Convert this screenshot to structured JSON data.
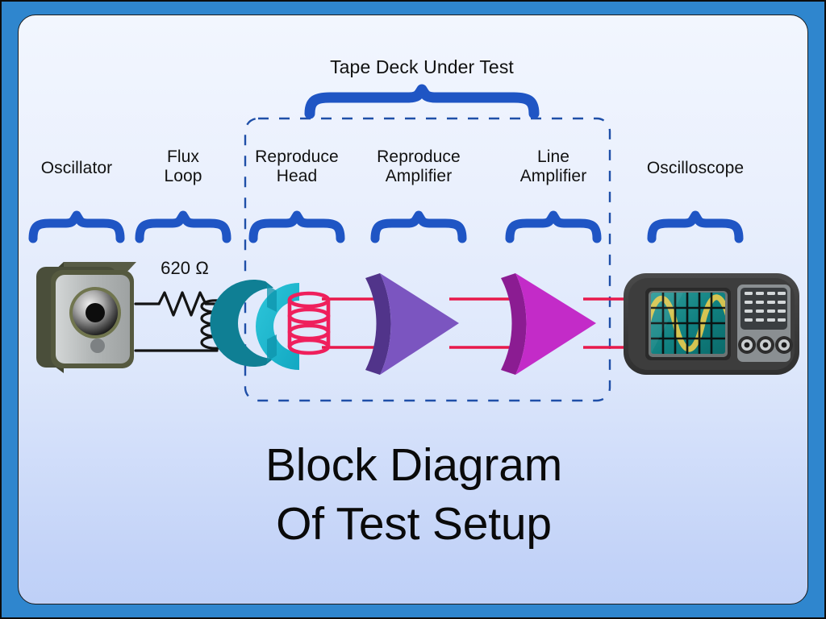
{
  "slide": {
    "title": "Block Diagram\nOf Test Setup",
    "frame_color": "#2f86ce",
    "panel_gradient_top": "#f2f6fe",
    "panel_gradient_bottom": "#bed0f7",
    "brace_color": "#1f55c4",
    "dashed_box_color": "#1f4fa8",
    "signal_line_color": "#e8194b"
  },
  "group": {
    "label": "Tape Deck Under Test"
  },
  "stages": [
    {
      "label": "Oscillator",
      "inside_tape_deck": false
    },
    {
      "label": "Flux\nLoop",
      "inside_tape_deck": false
    },
    {
      "label": "Reproduce\nHead",
      "inside_tape_deck": true
    },
    {
      "label": "Reproduce\nAmplifier",
      "inside_tape_deck": true
    },
    {
      "label": "Line\nAmplifier",
      "inside_tape_deck": true
    },
    {
      "label": "Oscilloscope",
      "inside_tape_deck": false
    }
  ],
  "components": {
    "oscillator": {
      "name": "signal-generator",
      "body_color": "#4a4e3a",
      "face_color": "#b9bdbd",
      "dial_center_color": "#121212"
    },
    "resistor": {
      "value": "620 Ω"
    },
    "flux_loop": {
      "turns": 4,
      "wire_color": "#141414"
    },
    "reproduce_head": {
      "ring_color": "#18b6cf",
      "ring_shade_color": "#0f7f94",
      "coil_color": "#ef1f5c"
    },
    "reproduce_amplifier": {
      "face_color": "#7b55c0",
      "side_color": "#51348a"
    },
    "line_amplifier": {
      "face_color": "#c32bc8",
      "side_color": "#8b1c92"
    },
    "oscilloscope": {
      "body_color": "#3a3a3a",
      "screen_color": "#10807f",
      "trace_color": "#e0c84f",
      "grid_columns": 6,
      "grid_rows": 4,
      "button_columns": 4,
      "button_rows": 4,
      "connector_count": 3
    }
  }
}
